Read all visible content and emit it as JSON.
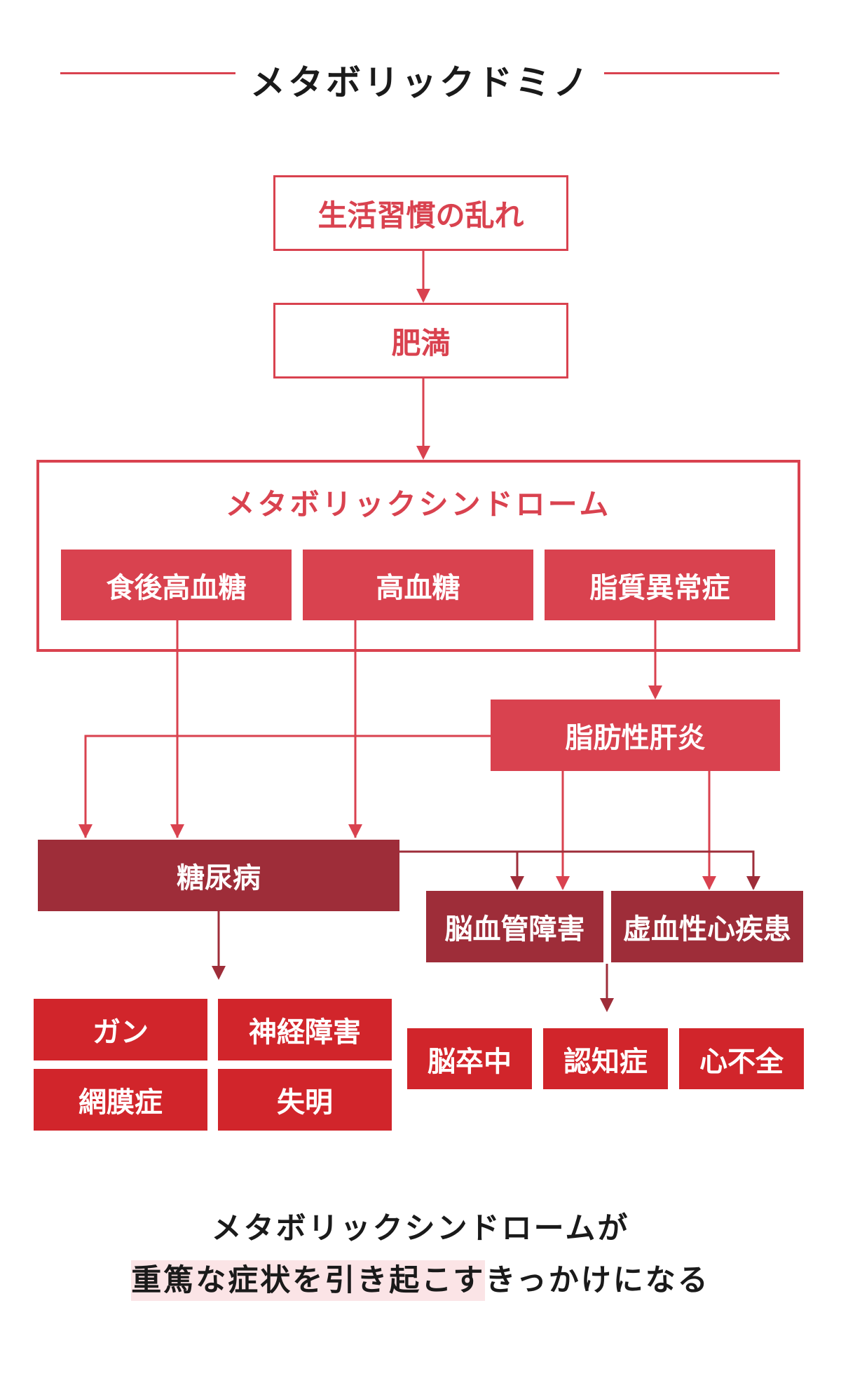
{
  "title": "メタボリックドミノ",
  "colors": {
    "accent": "#d9424f",
    "dark": "#9e2d39",
    "red": "#d1252b",
    "highlight_bg": "#fbe4e6"
  },
  "nodes": {
    "lifestyle": "生活習慣の乱れ",
    "obesity": "肥満",
    "metabolic_syndrome": "メタボリックシンドローム",
    "postprandial_hyperglycemia": "食後高血糖",
    "hyperglycemia": "高血糖",
    "dyslipidemia": "脂質異常症",
    "fatty_liver": "脂肪性肝炎",
    "diabetes": "糖尿病",
    "cerebrovascular": "脳血管障害",
    "ischemic_heart": "虚血性心疾患",
    "cancer": "ガン",
    "neuropathy": "神経障害",
    "retinopathy": "網膜症",
    "blindness": "失明",
    "stroke": "脳卒中",
    "dementia": "認知症",
    "heart_failure": "心不全"
  },
  "caption": {
    "line1": "メタボリックシンドロームが",
    "line2_highlight": "重篤な症状を引き起こす",
    "line2_rest": "きっかけになる"
  }
}
